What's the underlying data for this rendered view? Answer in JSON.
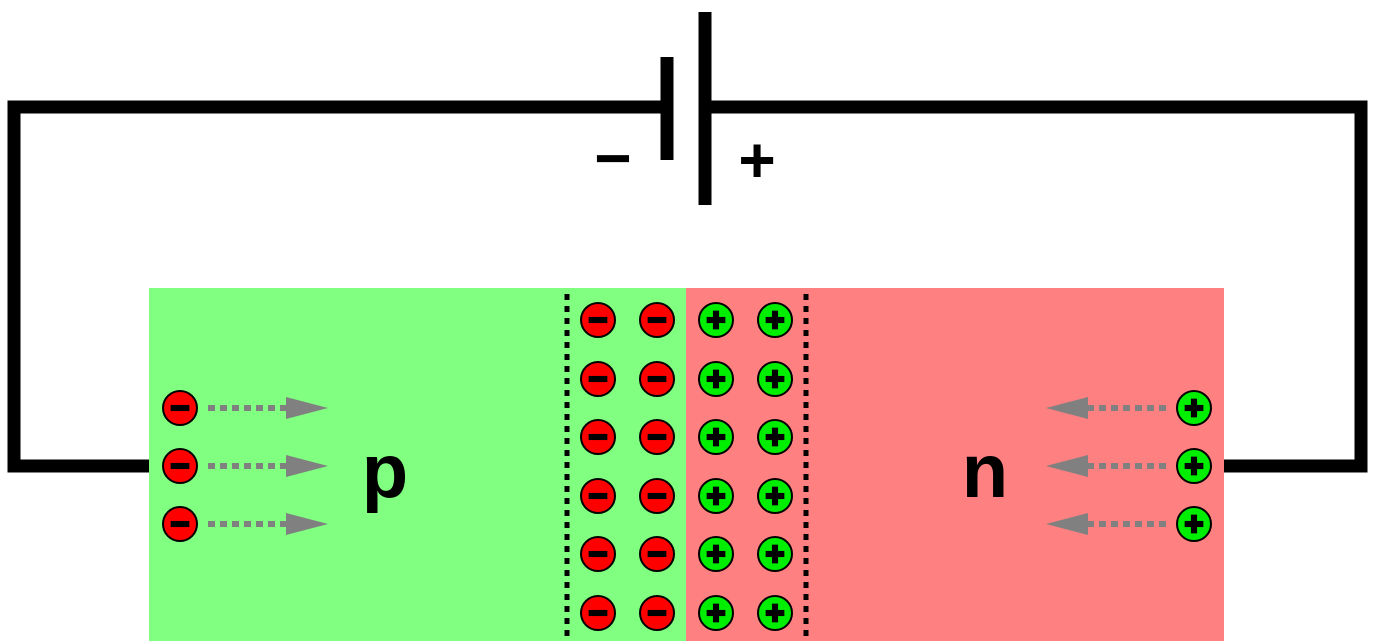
{
  "diagram": {
    "battery": {
      "negative_terminal_label": "−",
      "positive_terminal_label": "+"
    },
    "p_region": {
      "label": "p",
      "color": "#80ff80"
    },
    "n_region": {
      "label": "n",
      "color": "#ff8080"
    },
    "depletion_zone": {
      "negative_ions": {
        "columns": 2,
        "rows": 6,
        "fill": "#ff0000",
        "sign": "−"
      },
      "positive_ions": {
        "columns": 2,
        "rows": 6,
        "fill": "#00ee00",
        "sign": "+"
      }
    },
    "injected_carriers": {
      "p_side": {
        "count": 3,
        "fill": "#ff0000",
        "sign": "−",
        "arrow_direction": "right"
      },
      "n_side": {
        "count": 3,
        "fill": "#00ee00",
        "sign": "+",
        "arrow_direction": "left"
      }
    },
    "colors": {
      "wire": "#000000",
      "arrow": "#808080",
      "boundary": "#000000"
    }
  }
}
